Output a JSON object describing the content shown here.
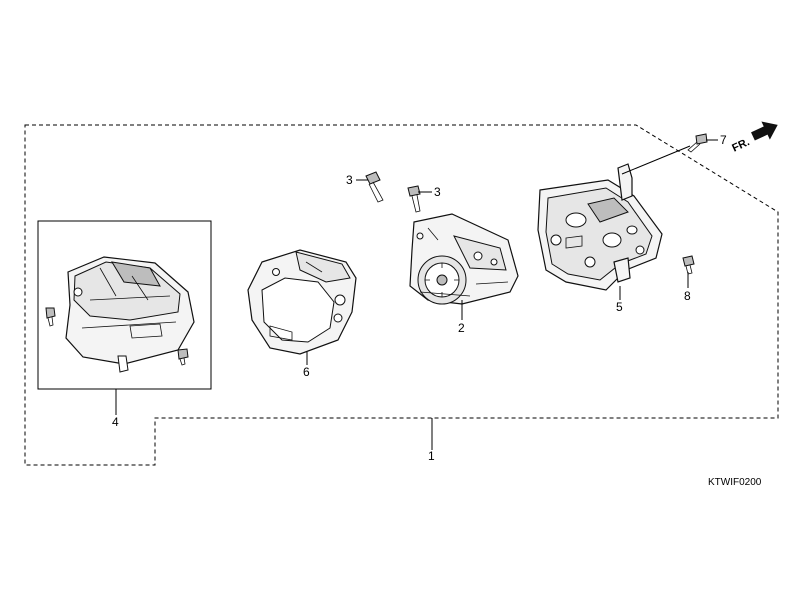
{
  "diagram": {
    "labels": {
      "part1": "1",
      "part2": "2",
      "part3a": "3",
      "part3b": "3",
      "part4": "4",
      "part5": "5",
      "part6": "6",
      "part7": "7",
      "part8": "8"
    },
    "direction_marker": "FR.",
    "figure_code": "KTWIF0200"
  }
}
